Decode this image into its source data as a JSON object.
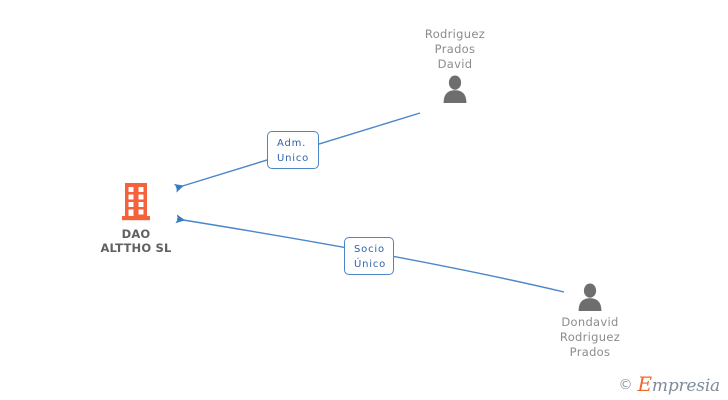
{
  "graph": {
    "type": "entity-relationship-diagram",
    "company": {
      "name": "DAO\nALTTHO SL",
      "icon": "building-icon",
      "color": "#f4613a"
    },
    "persons": [
      {
        "id": "person-top",
        "name": "Rodriguez\nPrados\nDavid",
        "icon": "person-icon",
        "color": "#6e6e6e"
      },
      {
        "id": "person-bottom",
        "name": "Dondavid\nRodriguez\nPrados",
        "icon": "person-icon",
        "color": "#6e6e6e"
      }
    ],
    "relations": [
      {
        "id": "relation-adm-unico",
        "label": "Adm.\nUnico",
        "from": "Rodriguez Prados David",
        "to": "DAO ALTTHO SL",
        "color": "#4a86c8"
      },
      {
        "id": "relation-socio-unico",
        "label": "Socio\nÚnico",
        "from": "Dondavid Rodriguez Prados",
        "to": "DAO ALTTHO SL",
        "color": "#4a86c8"
      }
    ]
  },
  "watermark": {
    "copyright": "©",
    "brand_initial": "E",
    "brand_rest": "mpresia"
  }
}
